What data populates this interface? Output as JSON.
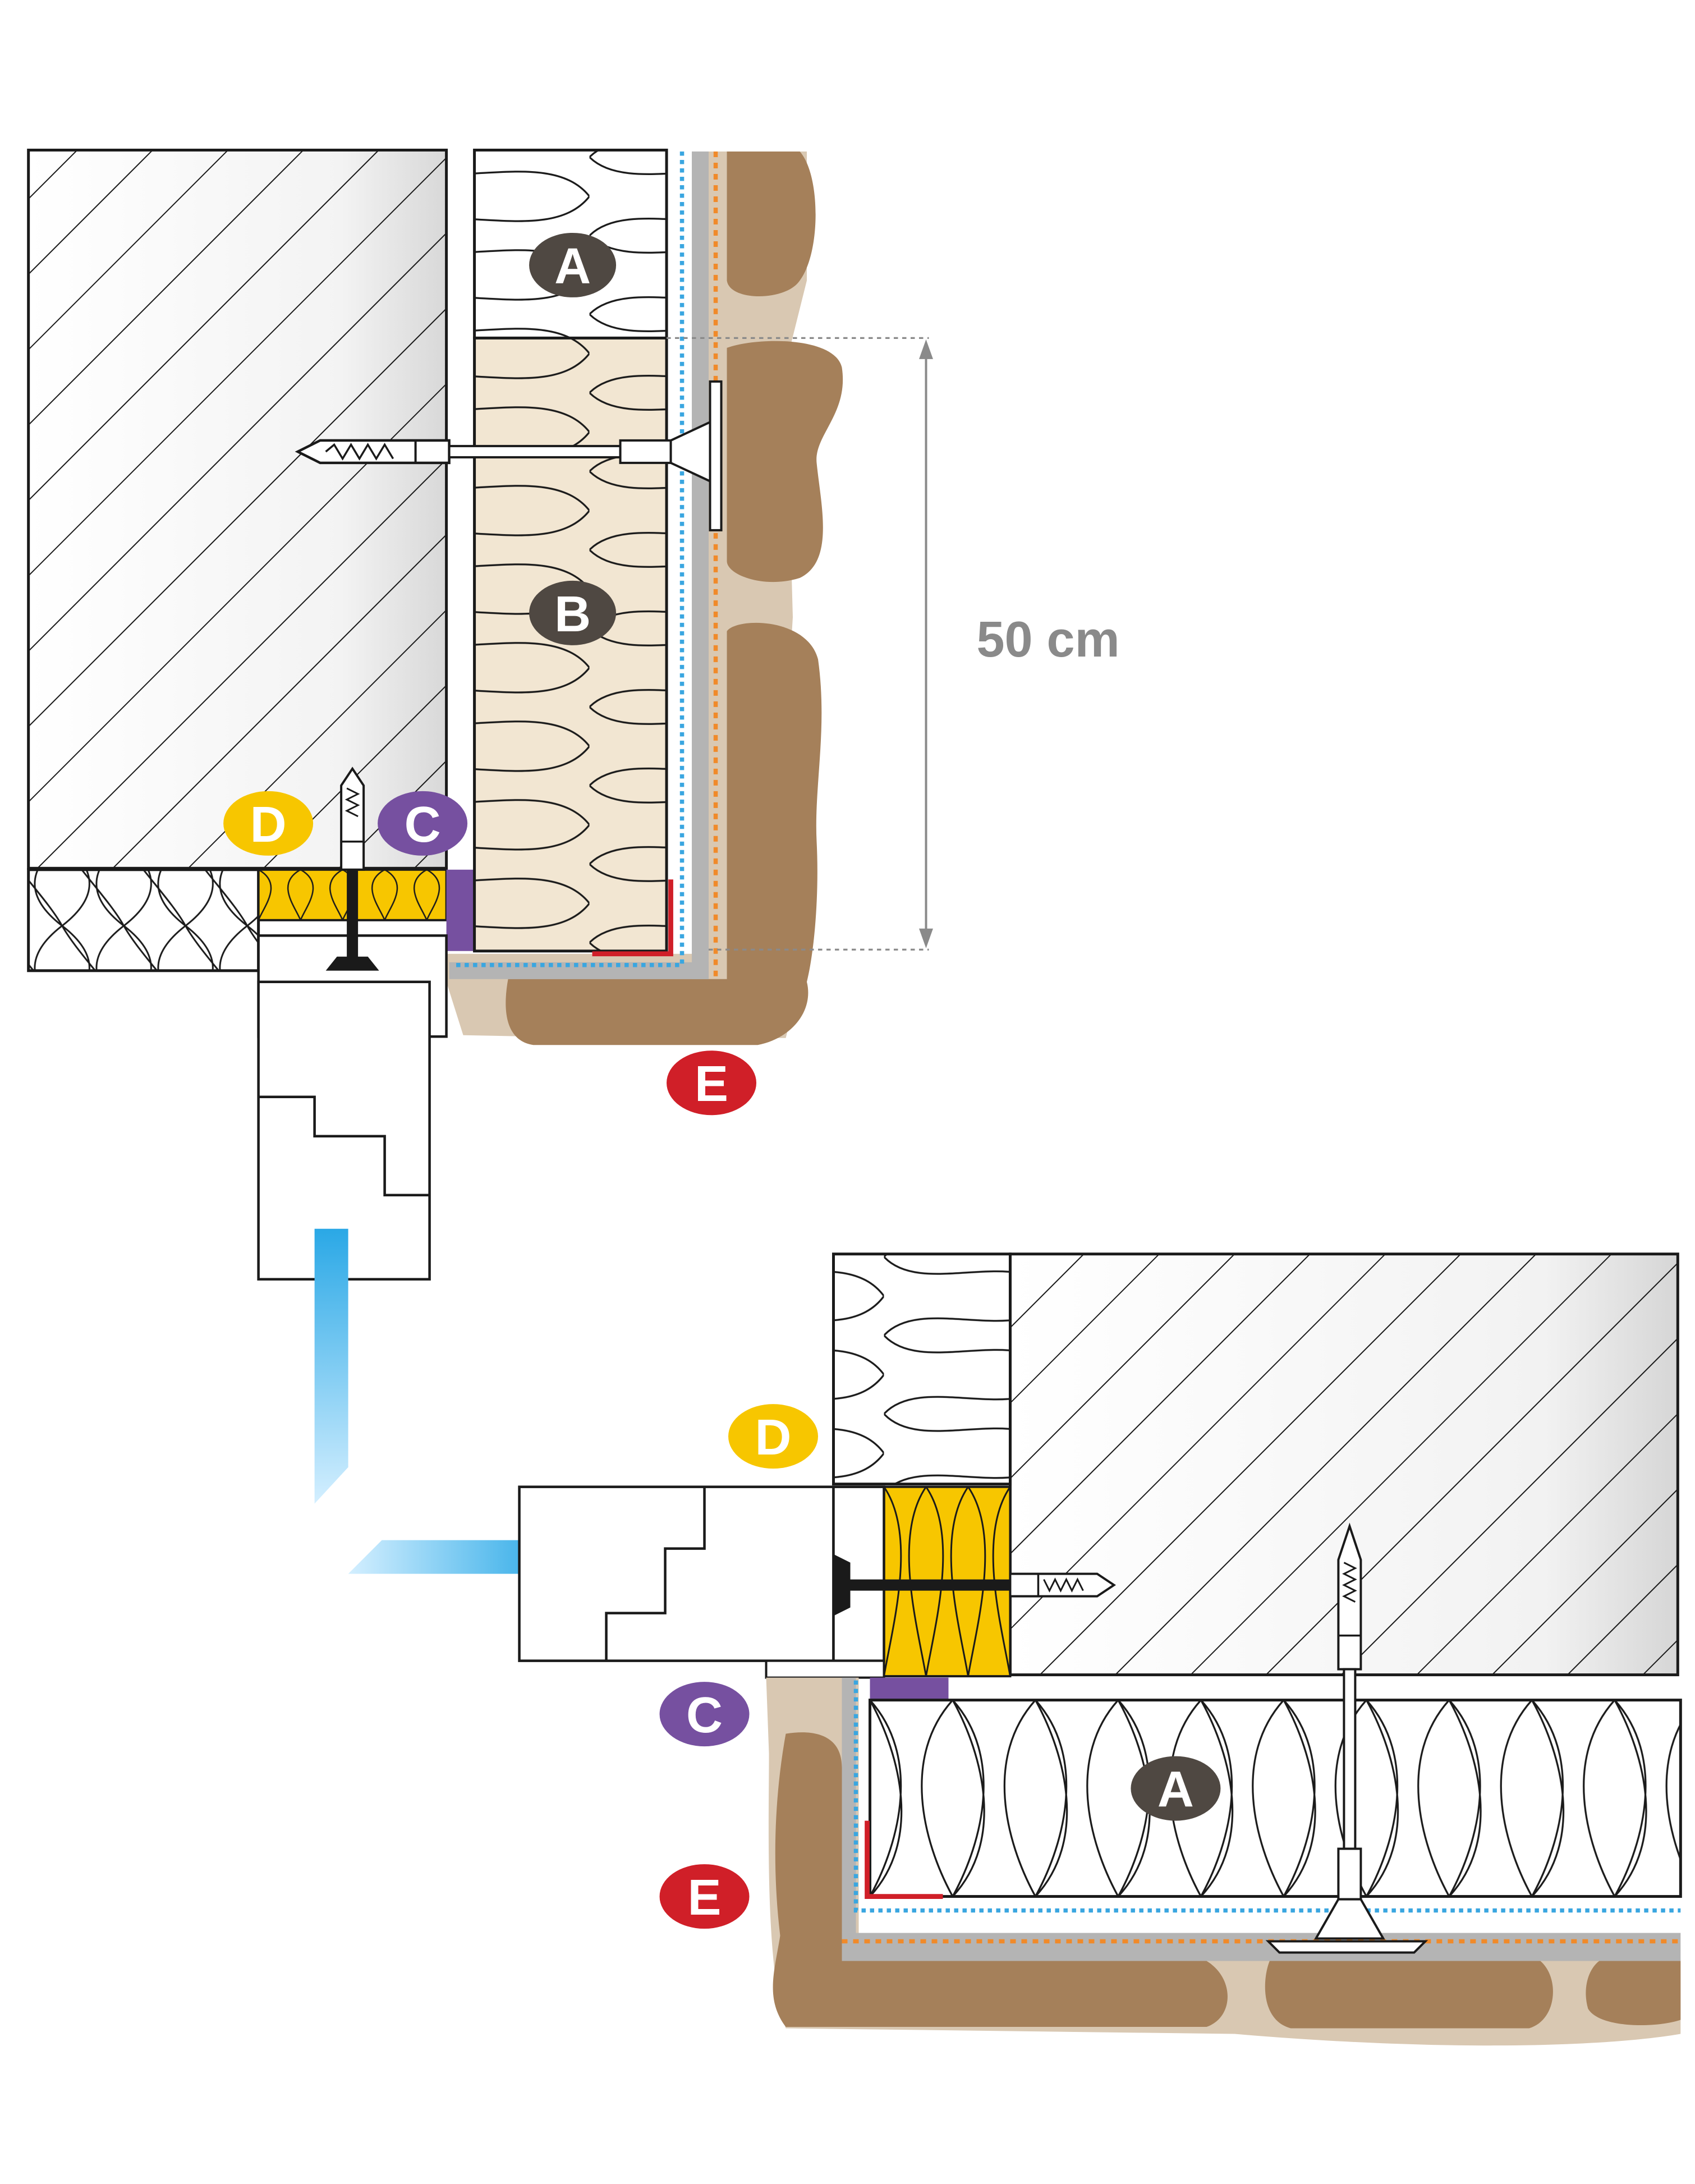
{
  "labels": {
    "a": "A",
    "b": "B",
    "c": "C",
    "d": "D",
    "e": "E"
  },
  "dimension": "50 cm",
  "colors": {
    "label_a": "#4f4842",
    "label_b": "#4f4842",
    "label_c": "#7650a0",
    "label_d": "#f7c600",
    "label_e": "#d01f28",
    "purple_seal": "#7650a0",
    "yellow_insulation": "#f7c600",
    "mineral_wool": "#f2e6d2",
    "render_brown": "#a5805a",
    "render_light": "#d9c8b2",
    "light_blue": "#3aa6e0",
    "orange": "#f08a2a",
    "red_profile": "#d01f28",
    "dimension_gray": "#8a8a8a"
  }
}
